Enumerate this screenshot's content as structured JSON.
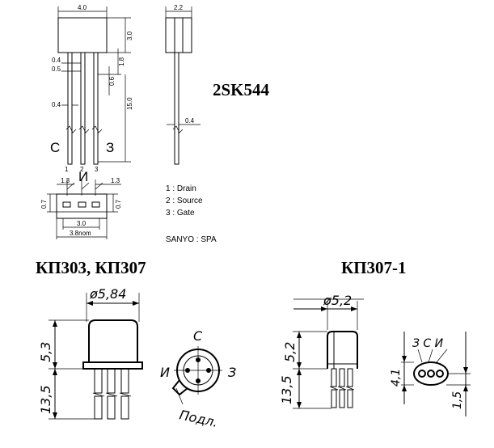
{
  "sanyo": {
    "title": "2SK544",
    "dims": {
      "width": "4.0",
      "thickness": "2.2",
      "body_height": "3.0",
      "lead_pitch_a": "0.4",
      "lead_pitch_b": "0.5",
      "lead_offset": "1.8",
      "lead_step": "0.6",
      "lead_width": "0.4",
      "lead_length": "15.0",
      "side_lead": "0.4",
      "pin_spacing_left": "1.3",
      "pin_spacing_right": "1.3",
      "bottom_h_left": "0.7",
      "bottom_h_right": "0.7",
      "bottom_inner": "3.0",
      "bottom_outer": "3.8nom"
    },
    "lead_marks": [
      "1",
      "2",
      "3"
    ],
    "pin_labels": {
      "left": "С",
      "middle": "И",
      "right": "З"
    },
    "legend": [
      "1 : Drain",
      "2 : Source",
      "3 : Gate"
    ],
    "package": "SANYO : SPA"
  },
  "kp303": {
    "title": "КП303, КП307",
    "dia": "ø5,84",
    "height": "5,3",
    "lead_length": "13,5",
    "pins": {
      "top": "С",
      "left": "И",
      "right": "З",
      "case": "Подл."
    }
  },
  "kp3071": {
    "title": "КП307-1",
    "dia": "ø5,2",
    "height": "5,2",
    "lead_length": "13,5",
    "pin_header": "З С И",
    "side_dim": "4,1",
    "bottom_dim": "1,5"
  }
}
